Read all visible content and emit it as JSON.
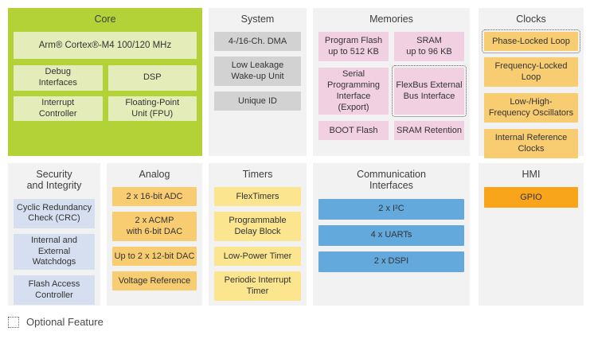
{
  "colors": {
    "panel_bg": "#f2f2f2",
    "core_bg": "#b3d237",
    "core_item": "#e4edba",
    "system_item": "#d2d2d2",
    "memories_item": "#f1d1e1",
    "clocks_item": "#f8cd72",
    "security_item": "#d6dff0",
    "analog_item": "#f8cd72",
    "timers_item": "#fbe58f",
    "comm_item": "#63a9dc",
    "hmi_item": "#f9a51b"
  },
  "sections": {
    "core": {
      "title": "Core",
      "items": {
        "cortex": "Arm® Cortex®-M4 100/120 MHz",
        "debug": "Debug\nInterfaces",
        "dsp": "DSP",
        "interrupt": "Interrupt\nController",
        "fpu": "Floating-Point\nUnit (FPU)"
      }
    },
    "system": {
      "title": "System",
      "items": {
        "dma": "4-/16-Ch. DMA",
        "llwu": "Low Leakage\nWake-up Unit",
        "uid": "Unique ID"
      }
    },
    "memories": {
      "title": "Memories",
      "items": {
        "flash": "Program Flash\nup to 512 KB",
        "sram": "SRAM\nup to 96 KB",
        "serial": "Serial Programming\nInterface (Export)",
        "flexbus": "FlexBus External\nBus Interface",
        "boot": "BOOT Flash",
        "retention": "SRAM Retention"
      }
    },
    "clocks": {
      "title": "Clocks",
      "items": {
        "pll": "Phase-Locked Loop",
        "fll": "Frequency-Locked\nLoop",
        "osc": "Low-/High-\nFrequency Oscillators",
        "irc": "Internal Reference\nClocks"
      }
    },
    "security": {
      "title": "Security\nand Integrity",
      "items": {
        "crc": "Cyclic Redundancy\nCheck (CRC)",
        "watchdogs": "Internal and\nExternal Watchdogs",
        "fac": "Flash Access\nController"
      }
    },
    "analog": {
      "title": "Analog",
      "items": {
        "adc": "2 x 16-bit ADC",
        "acmp": "2 x ACMP\nwith 6-bit DAC",
        "dac": "Up to 2 x 12-bit DAC",
        "vref": "Voltage Reference"
      }
    },
    "timers": {
      "title": "Timers",
      "items": {
        "flextimers": "FlexTimers",
        "pdb": "Programmable\nDelay Block",
        "lpt": "Low-Power Timer",
        "pit": "Periodic Interrupt\nTimer"
      }
    },
    "comm": {
      "title": "Communication\nInterfaces",
      "items": {
        "i2c": "2 x I²C",
        "uart": "4 x UARTs",
        "dspi": "2 x DSPI"
      }
    },
    "hmi": {
      "title": "HMI",
      "items": {
        "gpio": "GPIO"
      }
    }
  },
  "legend": {
    "label": "Optional Feature"
  }
}
